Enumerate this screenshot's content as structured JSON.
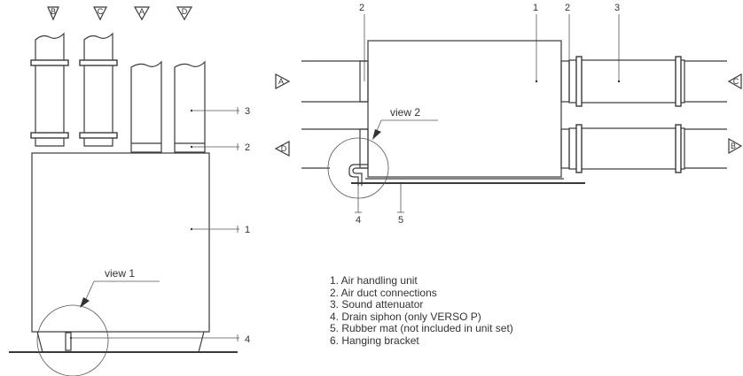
{
  "left_view": {
    "duct_labels": [
      "B",
      "C",
      "A",
      "D"
    ],
    "callouts": [
      "3",
      "2",
      "1",
      "4"
    ],
    "view_label": "view 1"
  },
  "right_view": {
    "top_numbers": [
      "2",
      "1",
      "2",
      "3"
    ],
    "side_labels": [
      "A",
      "D",
      "C",
      "B"
    ],
    "view_label": "view 2",
    "bottom_numbers": [
      "4",
      "5"
    ]
  },
  "legend": [
    "1. Air handling unit",
    "2. Air duct connections",
    "3. Sound attenuator",
    "4. Drain siphon (only VERSO P)",
    "5. Rubber mat (not included in unit set)",
    "6. Hanging bracket"
  ]
}
